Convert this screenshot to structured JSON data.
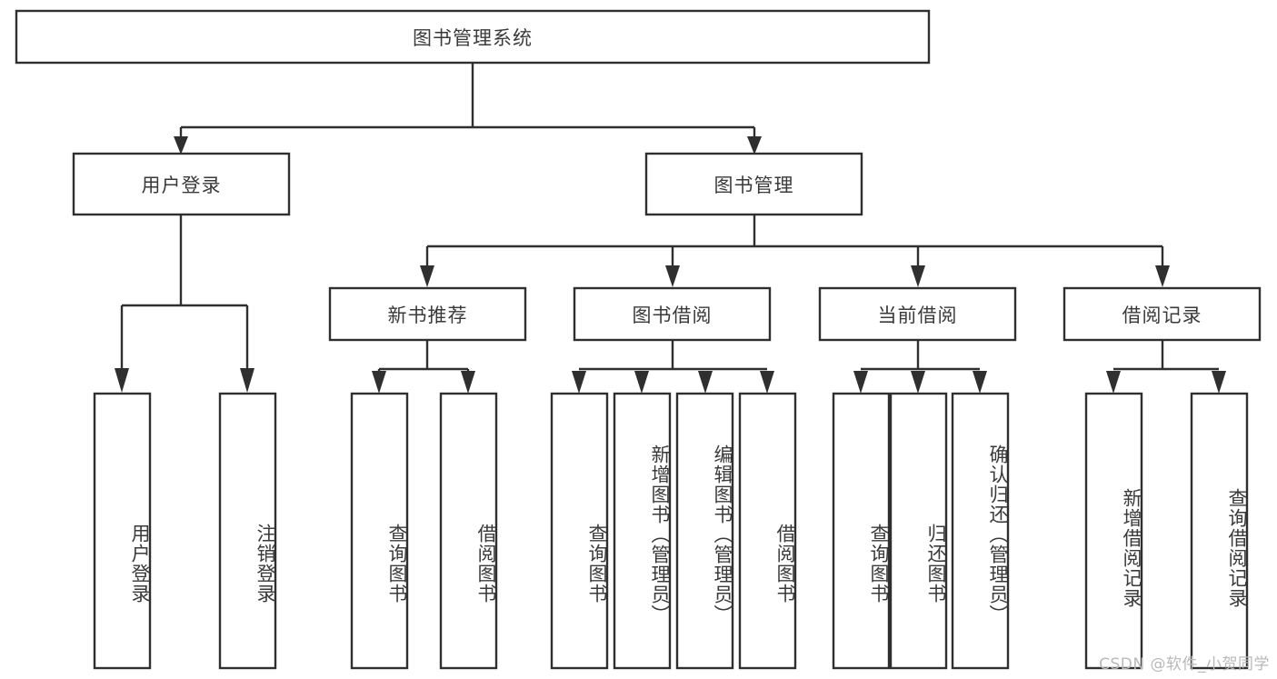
{
  "diagram": {
    "title": "图书管理系统",
    "type": "tree-hierarchy",
    "watermark": "CSDN @软件_小贺同学",
    "colors": {
      "stroke": "#2f2f2f",
      "box_fill": "#ffffff",
      "text": "#3a3a3a",
      "background": "#ffffff",
      "watermark": "#b9b9b9"
    },
    "nodes": {
      "root": {
        "label": "图书管理系统",
        "orientation": "horizontal"
      },
      "level2": [
        {
          "id": "user-login",
          "label": "用户登录",
          "orientation": "horizontal"
        },
        {
          "id": "book-manage",
          "label": "图书管理",
          "orientation": "horizontal"
        }
      ],
      "level3": [
        {
          "id": "new-book-recommend",
          "label": "新书推荐",
          "orientation": "horizontal"
        },
        {
          "id": "book-borrow",
          "label": "图书借阅",
          "orientation": "horizontal"
        },
        {
          "id": "current-borrow",
          "label": "当前借阅",
          "orientation": "horizontal"
        },
        {
          "id": "borrow-record",
          "label": "借阅记录",
          "orientation": "horizontal"
        }
      ],
      "leaves": [
        {
          "id": "leaf-user-login",
          "label": "用户登录",
          "parent": "user-login",
          "orientation": "vertical"
        },
        {
          "id": "leaf-logout",
          "label": "注销登录",
          "parent": "user-login",
          "orientation": "vertical"
        },
        {
          "id": "leaf-query-book-1",
          "label": "查询图书",
          "parent": "new-book-recommend",
          "orientation": "vertical"
        },
        {
          "id": "leaf-borrow-book-1",
          "label": "借阅图书",
          "parent": "new-book-recommend",
          "orientation": "vertical"
        },
        {
          "id": "leaf-query-book-2",
          "label": "查询图书",
          "parent": "book-borrow",
          "orientation": "vertical"
        },
        {
          "id": "leaf-add-book",
          "label": "新增图书（管理员）",
          "parent": "book-borrow",
          "orientation": "vertical"
        },
        {
          "id": "leaf-edit-book",
          "label": "编辑图书（管理员）",
          "parent": "book-borrow",
          "orientation": "vertical"
        },
        {
          "id": "leaf-borrow-book-2",
          "label": "借阅图书",
          "parent": "book-borrow",
          "orientation": "vertical"
        },
        {
          "id": "leaf-query-book-3",
          "label": "查询图书",
          "parent": "current-borrow",
          "orientation": "vertical"
        },
        {
          "id": "leaf-return-book",
          "label": "归还图书",
          "parent": "current-borrow",
          "orientation": "vertical"
        },
        {
          "id": "leaf-confirm-return",
          "label": "确认归还（管理员）",
          "parent": "current-borrow",
          "orientation": "vertical"
        },
        {
          "id": "leaf-add-record",
          "label": "新增借阅记录",
          "parent": "borrow-record",
          "orientation": "vertical"
        },
        {
          "id": "leaf-query-record",
          "label": "查询借阅记录",
          "parent": "borrow-record",
          "orientation": "vertical"
        }
      ]
    }
  }
}
